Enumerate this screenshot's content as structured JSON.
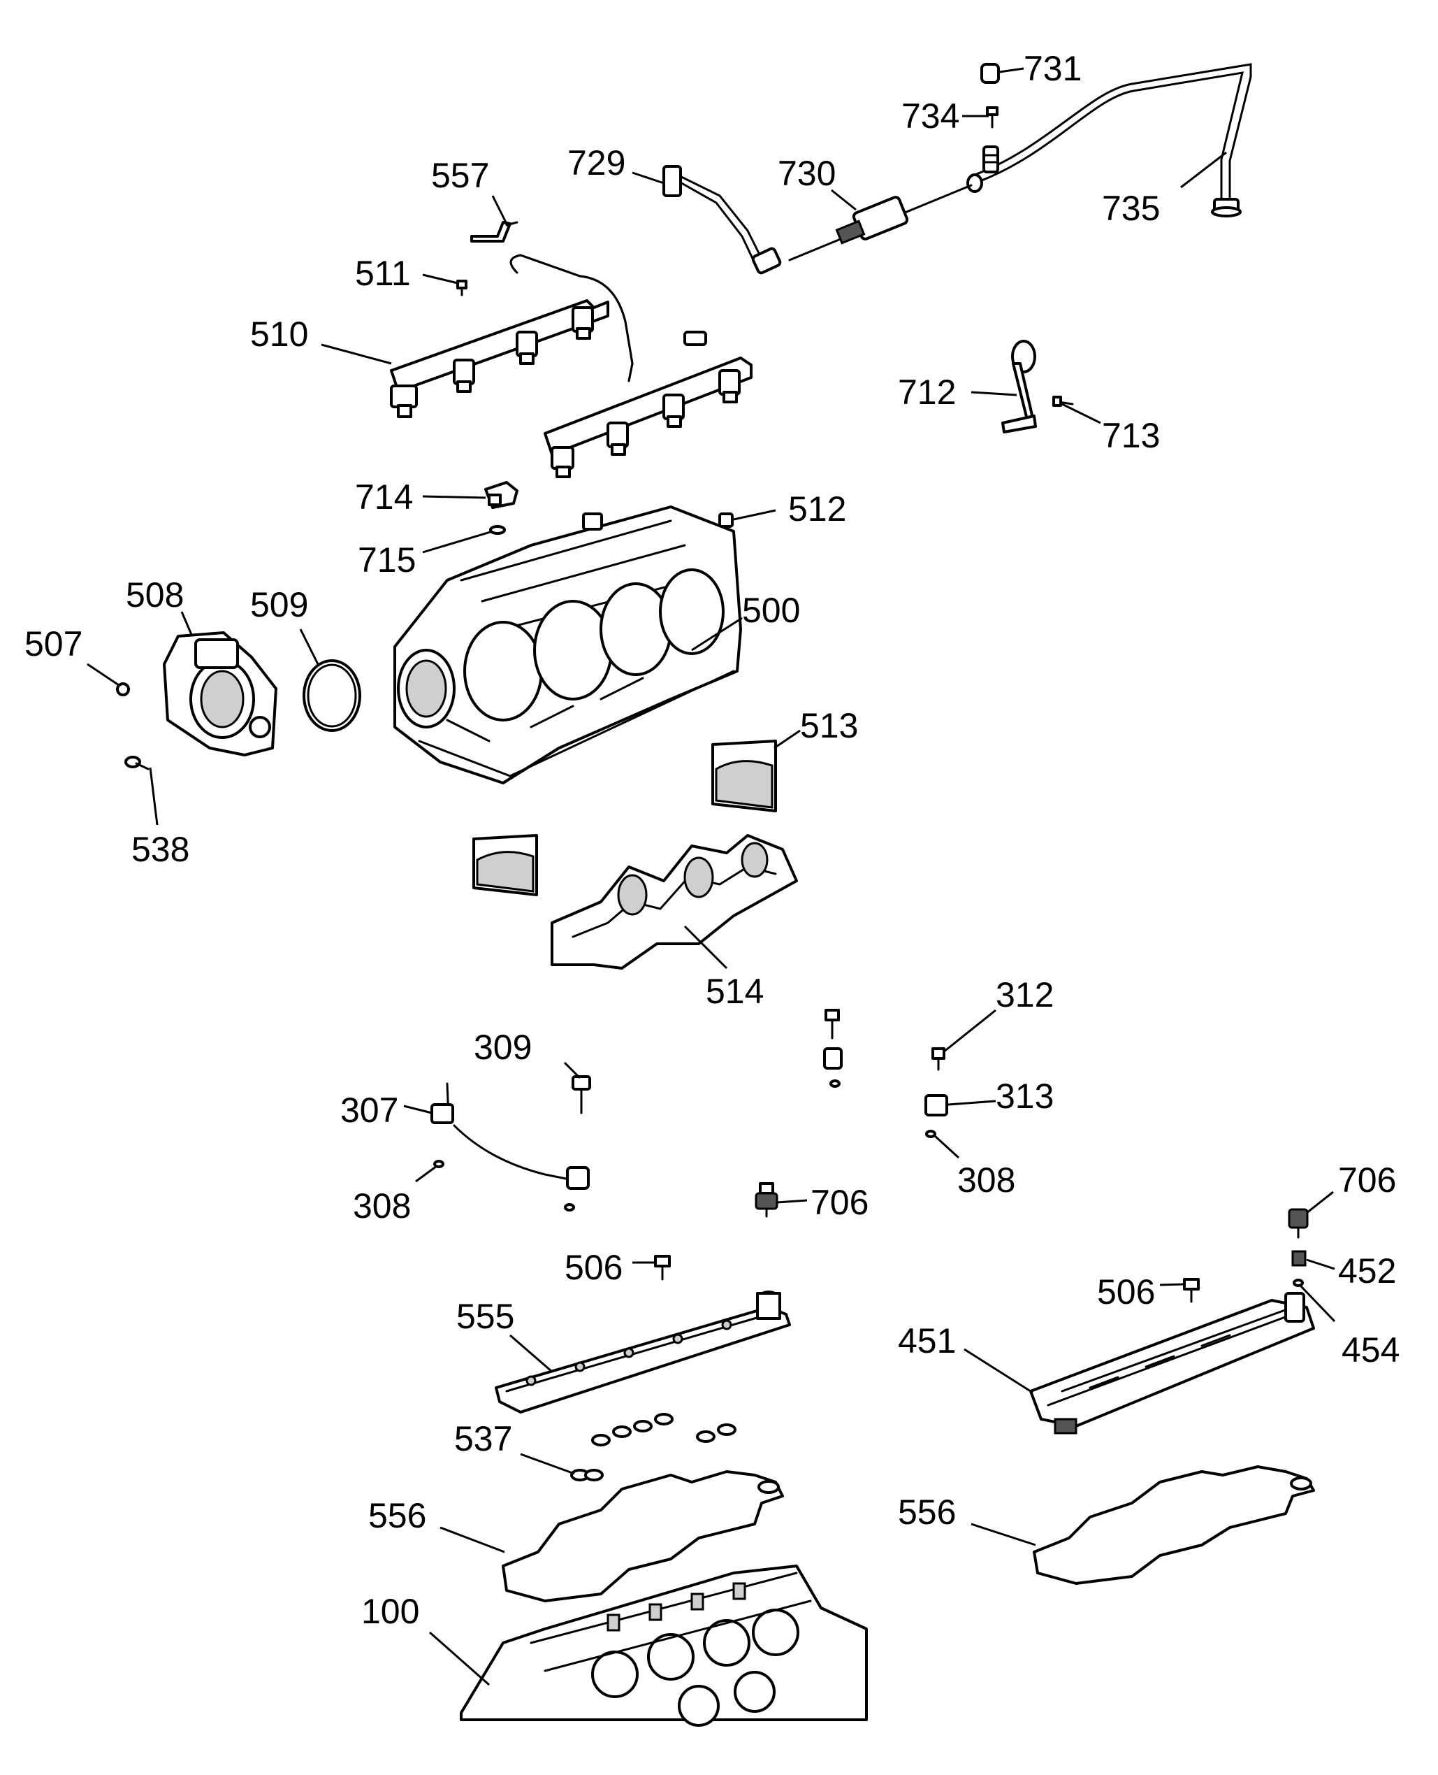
{
  "callouts": [
    {
      "id": "731",
      "label": "731"
    },
    {
      "id": "734",
      "label": "734"
    },
    {
      "id": "729",
      "label": "729"
    },
    {
      "id": "730",
      "label": "730"
    },
    {
      "id": "735",
      "label": "735"
    },
    {
      "id": "557",
      "label": "557"
    },
    {
      "id": "511",
      "label": "511"
    },
    {
      "id": "510",
      "label": "510"
    },
    {
      "id": "712",
      "label": "712"
    },
    {
      "id": "713",
      "label": "713"
    },
    {
      "id": "714",
      "label": "714"
    },
    {
      "id": "512",
      "label": "512"
    },
    {
      "id": "715",
      "label": "715"
    },
    {
      "id": "508",
      "label": "508"
    },
    {
      "id": "509",
      "label": "509"
    },
    {
      "id": "500",
      "label": "500"
    },
    {
      "id": "507",
      "label": "507"
    },
    {
      "id": "513",
      "label": "513"
    },
    {
      "id": "538",
      "label": "538"
    },
    {
      "id": "514",
      "label": "514"
    },
    {
      "id": "312",
      "label": "312"
    },
    {
      "id": "309",
      "label": "309"
    },
    {
      "id": "307",
      "label": "307"
    },
    {
      "id": "313",
      "label": "313"
    },
    {
      "id": "308a",
      "label": "308"
    },
    {
      "id": "308b",
      "label": "308"
    },
    {
      "id": "706a",
      "label": "706"
    },
    {
      "id": "706b",
      "label": "706"
    },
    {
      "id": "506a",
      "label": "506"
    },
    {
      "id": "452",
      "label": "452"
    },
    {
      "id": "506b",
      "label": "506"
    },
    {
      "id": "555",
      "label": "555"
    },
    {
      "id": "451",
      "label": "451"
    },
    {
      "id": "454",
      "label": "454"
    },
    {
      "id": "537",
      "label": "537"
    },
    {
      "id": "556a",
      "label": "556"
    },
    {
      "id": "556b",
      "label": "556"
    },
    {
      "id": "100",
      "label": "100"
    }
  ]
}
